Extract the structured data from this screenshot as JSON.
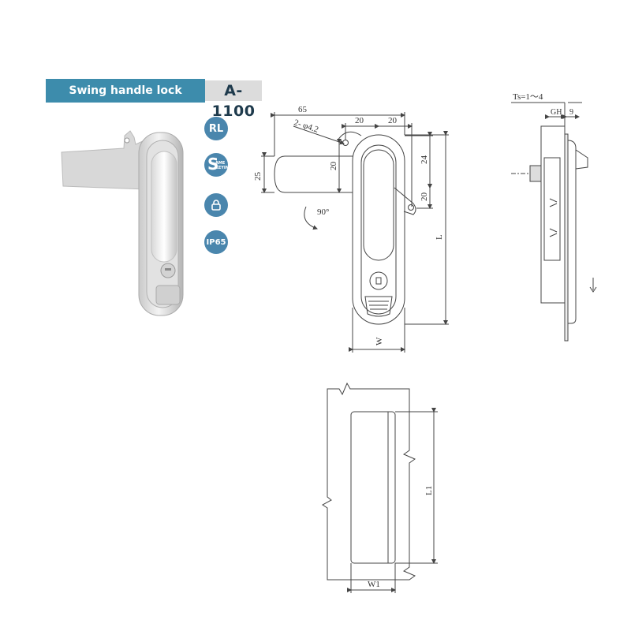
{
  "product": {
    "name": "Swing handle lock",
    "model": "A-1100"
  },
  "badges": [
    {
      "label": "RL",
      "icon": "rl-badge-icon"
    },
    {
      "label": "S",
      "sublabel": "AME KEYING",
      "icon": "same-keying-icon"
    },
    {
      "label": "",
      "icon": "padlock-icon"
    },
    {
      "label": "IP65",
      "icon": "ip65-icon"
    }
  ],
  "front_view": {
    "dim_overall": "65",
    "dim_top_a": "20",
    "dim_top_b": "20",
    "hole_note": "2- φ4.2",
    "dim_left_height": "25",
    "dim_left_inner": "20",
    "dim_right_upper": "24",
    "dim_right_lower": "20",
    "length_label": "L",
    "width_label": "W",
    "rotation": "90°"
  },
  "side_view": {
    "thickness": "Ts=1～4",
    "gh_label": "GH",
    "gh_value": "9"
  },
  "cutout_view": {
    "length_label": "L1",
    "width_label": "W1"
  },
  "colors": {
    "banner": "#3d8cac",
    "badge": "#4a86ad",
    "line": "#444444"
  }
}
